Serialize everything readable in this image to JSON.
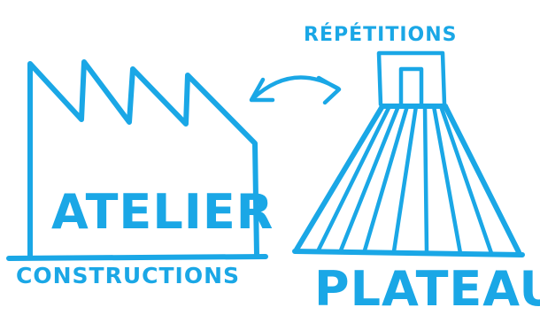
{
  "diagram": {
    "ink_color": "#1aa7e6",
    "background_color": "#ffffff",
    "atelier": {
      "title": "ATELIER",
      "subtitle": "CONSTRUCTIONS"
    },
    "plateau": {
      "title": "PLATEAU",
      "subtitle": "RÉPÉTITIONS"
    },
    "connector": {
      "icon": "double-headed-arrow-icon"
    }
  }
}
